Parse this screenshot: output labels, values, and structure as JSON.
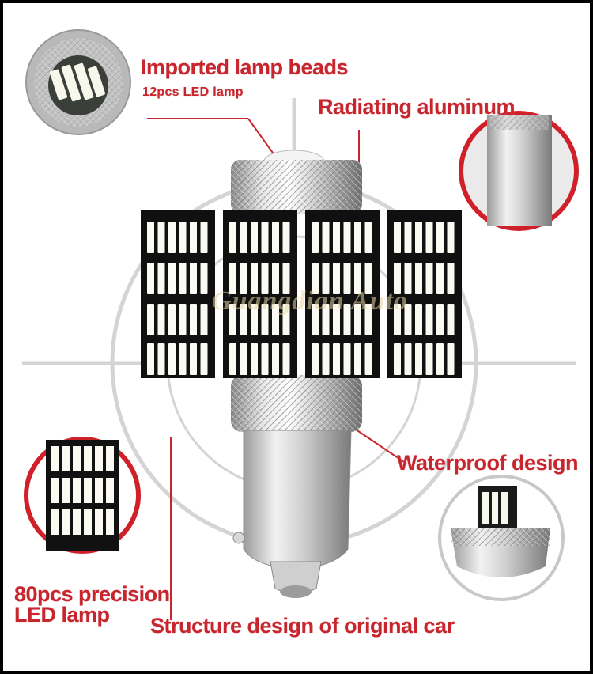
{
  "labels": {
    "imported_lamp_beads": "Imported lamp beads",
    "led_count_small": "12pcs LED lamp",
    "radiating_aluminum": "Radiating aluminum",
    "waterproof_design": "Waterproof design",
    "precision_led_line1": "80pcs precision",
    "precision_led_line2": "LED lamp",
    "structure_design": "Structure design of original car"
  },
  "watermark": "Guangdian Auto",
  "colors": {
    "accent_red": "#c8262e",
    "frame_border": "#000000",
    "led_panel": "#101010",
    "led_chip": "#fafaf2"
  },
  "icons": {
    "bulb": "led-bulb-illustration",
    "detail_top_left": "lamp-beads-closeup",
    "detail_top_right": "aluminum-heatsink-closeup",
    "detail_bottom_left": "led-chip-array-closeup",
    "detail_bottom_right": "waterproof-base-closeup"
  }
}
